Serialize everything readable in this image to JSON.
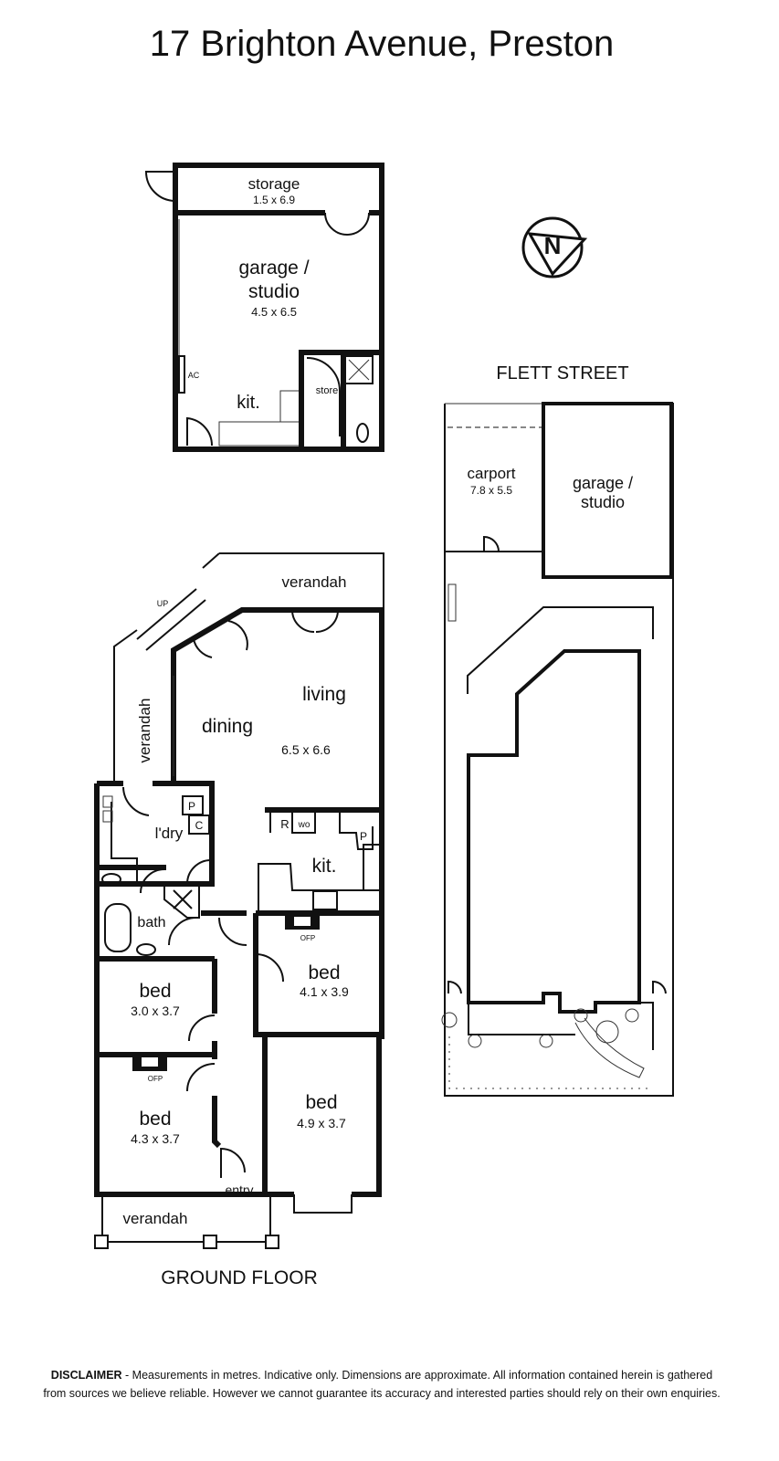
{
  "title": "17 Brighton Avenue, Preston",
  "outbuilding": {
    "storage": {
      "name": "storage",
      "size": "1.5 x 6.9"
    },
    "garage": {
      "name_line1": "garage /",
      "name_line2": "studio",
      "size": "4.5 x 6.5"
    },
    "kitchen": "kit.",
    "store": "store",
    "ac": "AC"
  },
  "site_plan": {
    "street": "FLETT STREET",
    "carport": {
      "name": "carport",
      "size": "7.8 x 5.5"
    },
    "garage": {
      "name_line1": "garage /",
      "name_line2": "studio"
    }
  },
  "ground_floor": {
    "label": "GROUND FLOOR",
    "verandah_rear": "verandah",
    "verandah_side": "verandah",
    "verandah_front": "verandah",
    "up": "UP",
    "dining": "dining",
    "living": {
      "name": "living",
      "size": "6.5 x 6.6"
    },
    "laundry": "l'dry",
    "pantry_labels": [
      "P",
      "C",
      "R",
      "wo",
      "P"
    ],
    "kitchen": "kit.",
    "bath": "bath",
    "bed1": {
      "name": "bed",
      "size": "4.1 x 3.9",
      "ofp": "OFP"
    },
    "bed2": {
      "name": "bed",
      "size": "3.0 x 3.7"
    },
    "bed3": {
      "name": "bed",
      "size": "4.3 x 3.7",
      "ofp": "OFP"
    },
    "bed4": {
      "name": "bed",
      "size": "4.9 x 3.7"
    },
    "entry": "entry"
  },
  "compass": {
    "letter": "N"
  },
  "disclaimer": {
    "heading": "DISCLAIMER",
    "line1": " - Measurements in metres. Indicative only. Dimensions are approximate. All information contained herein is gathered",
    "line2": "from sources we believe reliable. However we cannot guarantee its accuracy and interested parties should rely on their own enquiries."
  }
}
